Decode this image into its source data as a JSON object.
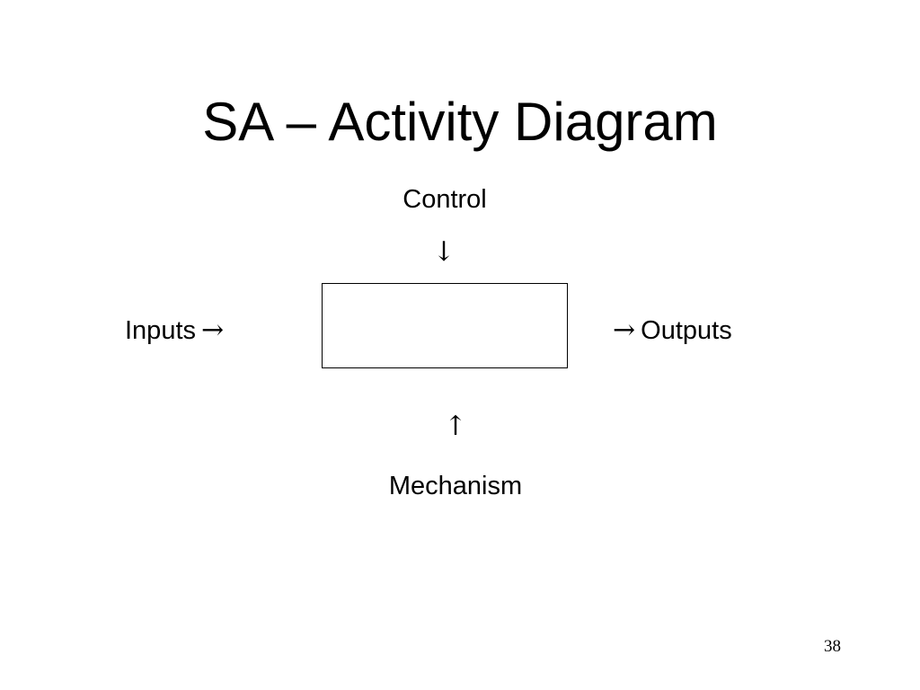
{
  "slide": {
    "title": "SA – Activity Diagram",
    "page_number": "38"
  },
  "diagram": {
    "control": {
      "label": "Control",
      "arrow": "↓"
    },
    "inputs": {
      "label": "Inputs",
      "arrow": "→"
    },
    "outputs": {
      "label": "Outputs",
      "arrow": "→"
    },
    "mechanism": {
      "label": "Mechanism",
      "arrow": "↑"
    }
  }
}
